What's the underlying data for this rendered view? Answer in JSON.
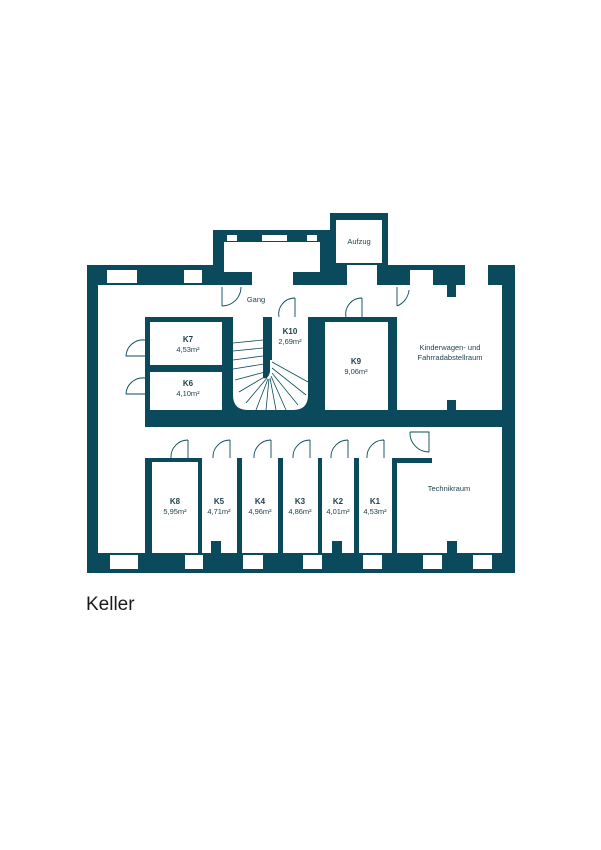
{
  "floor_title": "Keller",
  "labels": {
    "aufzug": "Aufzug",
    "gang": "Gang",
    "kinderwagen_line1": "Kinderwagen- und",
    "kinderwagen_line2": "Fahrradabstellraum",
    "technikraum": "Technikraum"
  },
  "rooms": {
    "K7": {
      "id": "K7",
      "area": "4,53m²"
    },
    "K6": {
      "id": "K6",
      "area": "4,10m²"
    },
    "K10": {
      "id": "K10",
      "area": "2,69m²"
    },
    "K9": {
      "id": "K9",
      "area": "9,06m²"
    },
    "K8": {
      "id": "K8",
      "area": "5,95m²"
    },
    "K5": {
      "id": "K5",
      "area": "4,71m²"
    },
    "K4": {
      "id": "K4",
      "area": "4,96m²"
    },
    "K3": {
      "id": "K3",
      "area": "4,86m²"
    },
    "K2": {
      "id": "K2",
      "area": "4,01m²"
    },
    "K1": {
      "id": "K1",
      "area": "4,53m²"
    }
  },
  "colors": {
    "wall": "#0b4a5c"
  }
}
